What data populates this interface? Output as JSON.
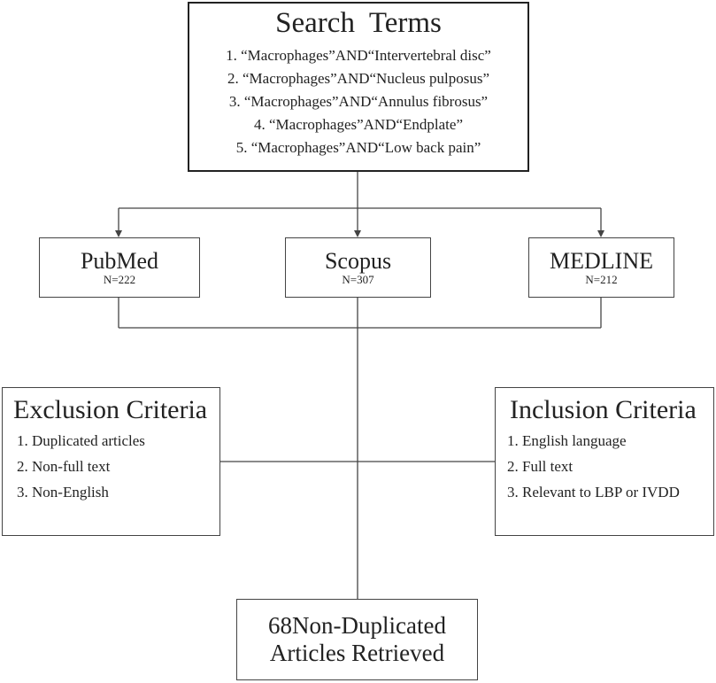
{
  "search": {
    "title": "Search  Terms",
    "terms": [
      "1. “Macrophages”AND“Intervertebral disc”",
      "2. “Macrophages”AND“Nucleus pulposus”",
      "3. “Macrophages”AND“Annulus fibrosus”",
      "4. “Macrophages”AND“Endplate”",
      "5. “Macrophages”AND“Low back pain”"
    ]
  },
  "databases": [
    {
      "name": "PubMed",
      "count": "N=222"
    },
    {
      "name": "Scopus",
      "count": "N=307"
    },
    {
      "name": "MEDLINE",
      "count": "N=212"
    }
  ],
  "exclusion": {
    "title": "Exclusion Criteria",
    "items": [
      "1. Duplicated articles",
      "2. Non-full text",
      "3. Non-English"
    ]
  },
  "inclusion": {
    "title": "Inclusion Criteria",
    "items": [
      "1. English language",
      "2. Full text",
      "3. Relevant to LBP or IVDD"
    ]
  },
  "result": {
    "line1": "68Non-Duplicated",
    "line2": "Articles Retrieved"
  },
  "colors": {
    "line": "#444444",
    "text": "#222222"
  }
}
